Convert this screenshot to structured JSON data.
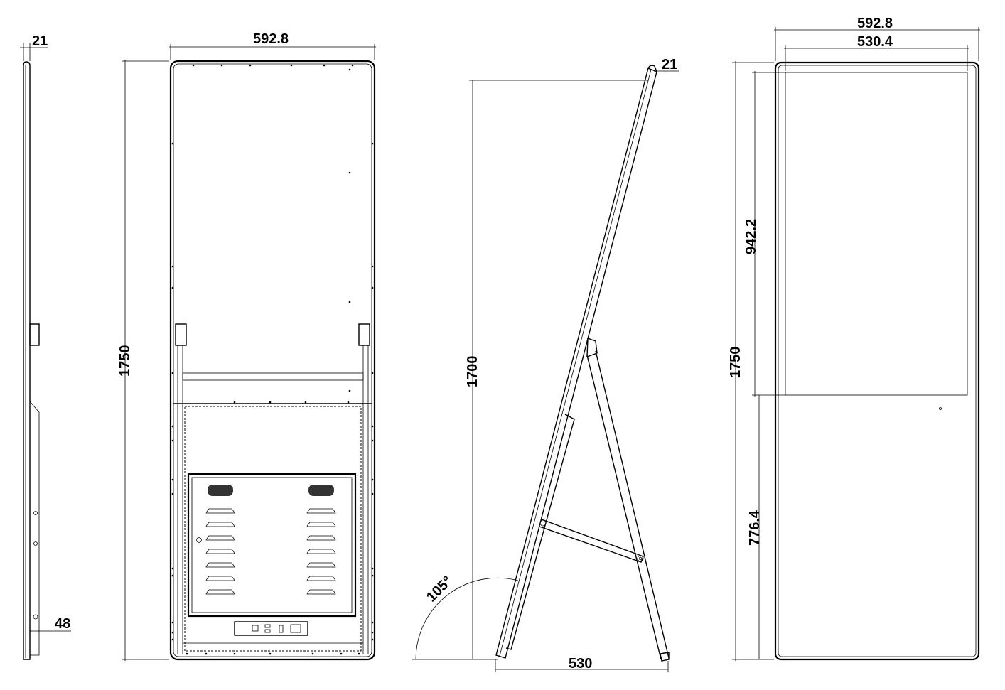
{
  "side_view": {
    "thickness_label": "21",
    "bottom_label": "48"
  },
  "back_view": {
    "width_label": "592.8",
    "height_label": "1750"
  },
  "stand_view": {
    "height_label": "1700",
    "thickness_label": "21",
    "angle_label": "105°",
    "base_label": "530"
  },
  "front_view": {
    "width_label": "592.8",
    "screen_width_label": "530.4",
    "height_label": "1750",
    "screen_height_label": "942.2",
    "lower_label": "776.4"
  }
}
